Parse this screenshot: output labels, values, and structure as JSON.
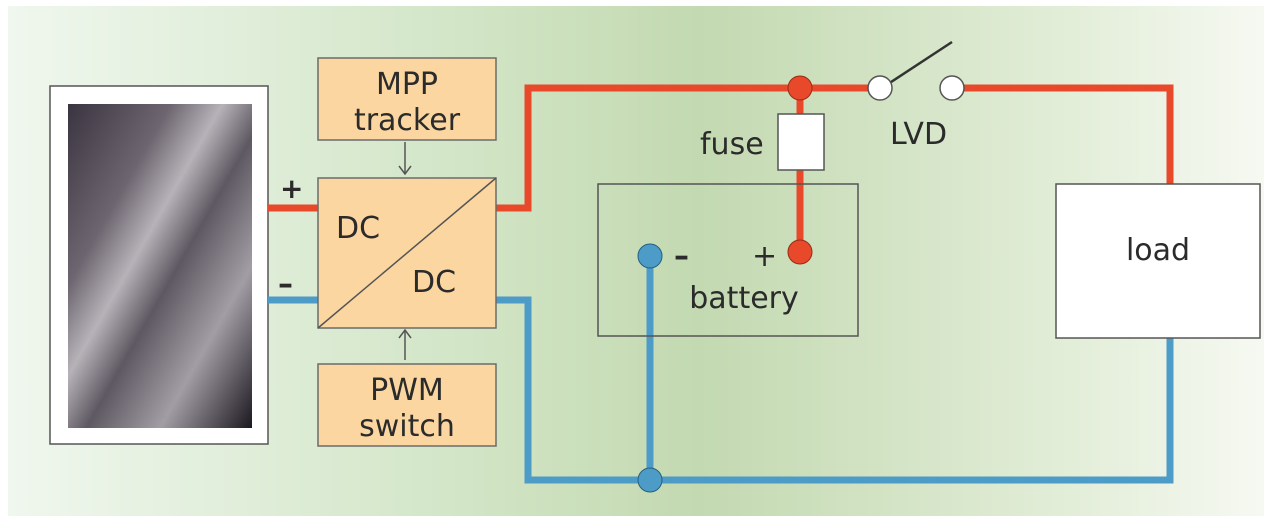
{
  "colors": {
    "background_left": "#e9f3e7",
    "background_center": "#c6dcb5",
    "background_right": "#f4f8f0",
    "positive_wire": "#e8492a",
    "negative_wire": "#4d9bc7",
    "controller_box": "#fbd6a0",
    "box_border": "#6b6b6b",
    "panel_frame": "#ffffff"
  },
  "icons": {
    "solar_panel": "solar-panel-icon",
    "switch": "open-switch-icon"
  },
  "labels": {
    "mpp_tracker_line1": "MPP",
    "mpp_tracker_line2": "tracker",
    "pwm_switch_line1": "PWM",
    "pwm_switch_line2": "switch",
    "dc_in": "DC",
    "dc_out": "DC",
    "panel_plus": "+",
    "panel_minus": "–",
    "fuse": "fuse",
    "lvd": "LVD",
    "battery": "battery",
    "battery_minus": "–",
    "battery_plus": "+",
    "load": "load"
  }
}
